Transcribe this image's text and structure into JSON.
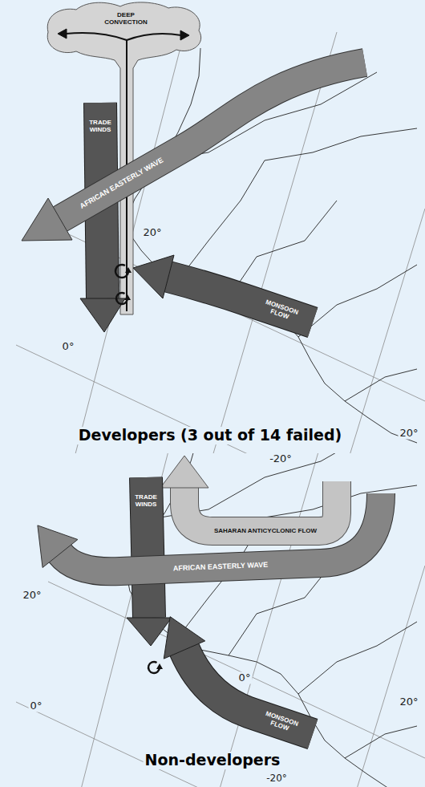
{
  "diagram": {
    "nodes": [
      {
        "text": [
          "DEEP CONVECTION"
        ]
      },
      {
        "text": [
          "TRADE WINDS"
        ]
      },
      {
        "text": [
          "AFRICAN EASTERLY WAVE"
        ]
      },
      {
        "text": [
          "MONSOON FLOW"
        ]
      },
      {
        "text": [
          "SAHARAN ANTICYCLONIC FLOW"
        ]
      },
      {
        "text": [
          "TRADE WINDS"
        ]
      },
      {
        "text": [
          "AFRICAN EASTERLY WAVE"
        ]
      },
      {
        "text": [
          "MONSOON FLOW"
        ]
      }
    ],
    "labels": [
      "20°",
      "0°",
      "20°",
      "Developers (3 out of 14 failed)",
      "-20°",
      "20°",
      "0°",
      "20°",
      "0°",
      "Non-developers",
      "-20°"
    ]
  }
}
